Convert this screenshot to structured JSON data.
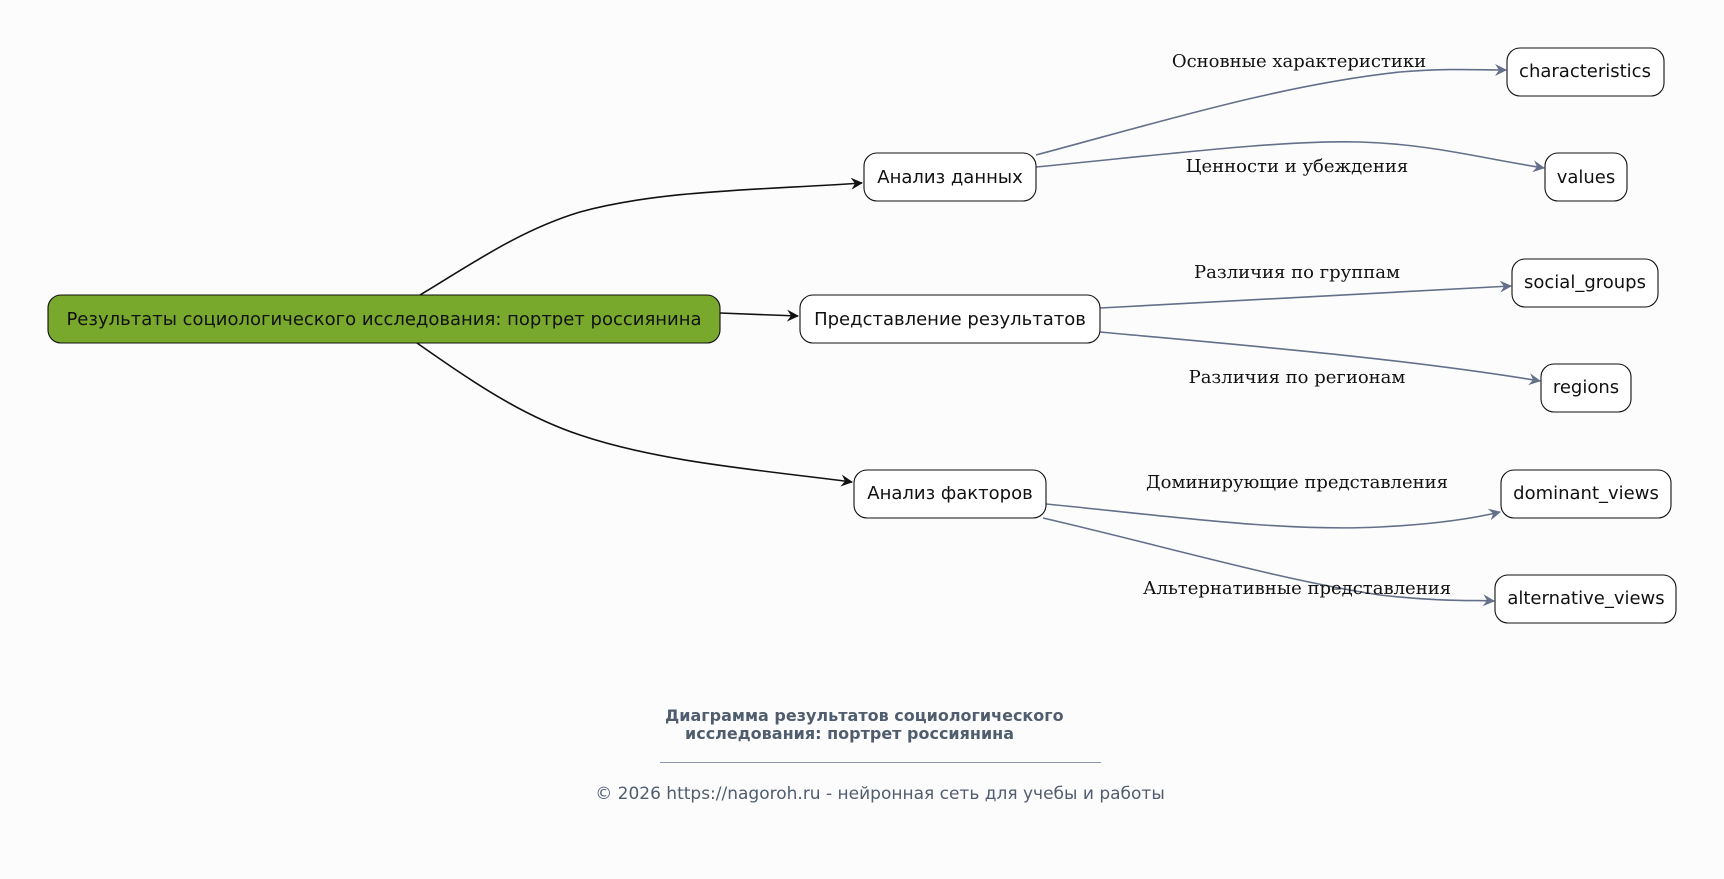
{
  "diagram": {
    "root": {
      "label": "Результаты социологического исследования: портрет россиянина",
      "fill": "#78a82c"
    },
    "branches": [
      {
        "label": "Анализ данных",
        "children": [
          {
            "label": "characteristics",
            "edge_label": "Основные характеристики"
          },
          {
            "label": "values",
            "edge_label": "Ценности и убеждения"
          }
        ]
      },
      {
        "label": "Представление результатов",
        "children": [
          {
            "label": "social_groups",
            "edge_label": "Различия по группам"
          },
          {
            "label": "regions",
            "edge_label": "Различия по регионам"
          }
        ]
      },
      {
        "label": "Анализ факторов",
        "children": [
          {
            "label": "dominant_views",
            "edge_label": "Доминирующие представления"
          },
          {
            "label": "alternative_views",
            "edge_label": "Альтернативные представления"
          }
        ]
      }
    ]
  },
  "caption": {
    "title_line1": "Диаграмма результатов социологического",
    "title_line2": "исследования: портрет россиянина",
    "copyright": "© 2026 https://nagoroh.ru - нейронная сеть для учебы и работы"
  },
  "colors": {
    "main_edge": "#111111",
    "sub_edge": "#64708a",
    "node_fill": "#ffffff",
    "background": "#fcfcfc"
  }
}
